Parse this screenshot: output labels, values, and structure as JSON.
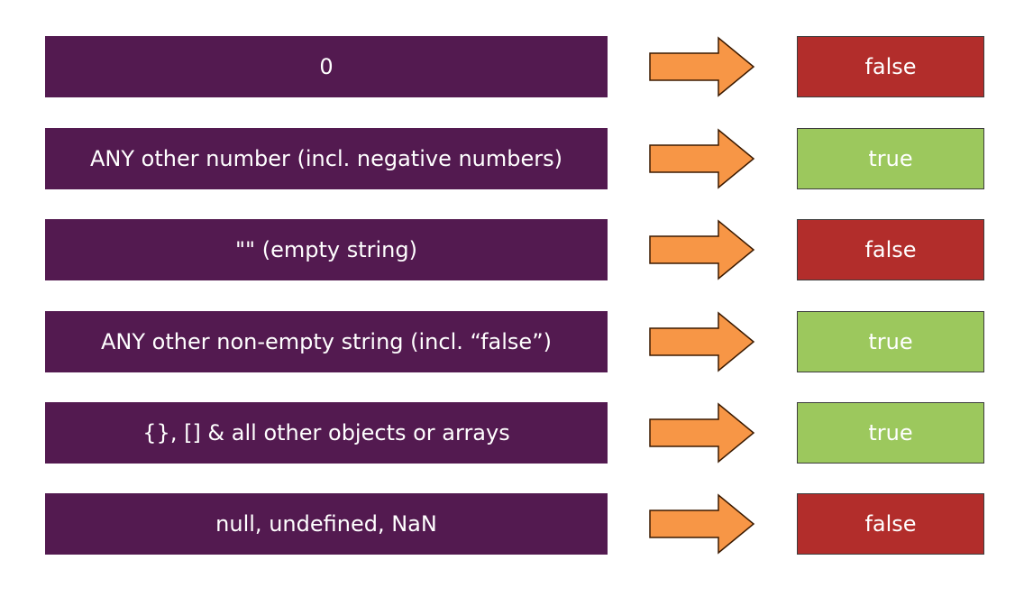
{
  "colors": {
    "value_box": "#531a50",
    "arrow_fill": "#f79646",
    "arrow_stroke": "#3b1a00",
    "false_box": "#b22d2b",
    "true_box": "#9cc85d",
    "text": "#ffffff"
  },
  "rows": [
    {
      "value": "0",
      "result": "false"
    },
    {
      "value": "ANY other number (incl. negative numbers)",
      "result": "true"
    },
    {
      "value": "\"\" (empty string)",
      "result": "false"
    },
    {
      "value": "ANY other non-empty string (incl. “false”)",
      "result": "true"
    },
    {
      "value": "{}, [] & all other objects or arrays",
      "result": "true"
    },
    {
      "value": "null, undefined, NaN",
      "result": "false"
    }
  ]
}
